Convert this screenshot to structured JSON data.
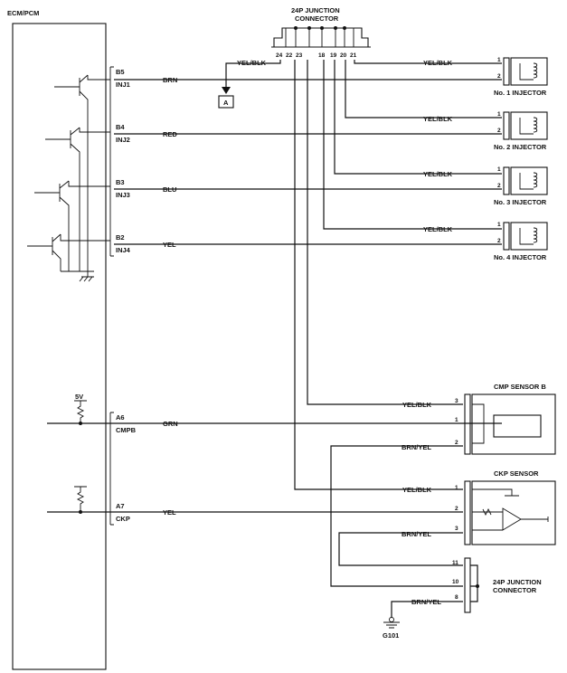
{
  "ecm": {
    "title": "ECM/PCM"
  },
  "jc_top": {
    "title_line1": "24P JUNCTION",
    "title_line2": "CONNECTOR",
    "pins": [
      "24",
      "22",
      "23",
      "18",
      "19",
      "20",
      "21"
    ]
  },
  "injectors": [
    {
      "pin": "B5",
      "signal": "INJ1",
      "wire": "BRN",
      "feed_wire": "YEL/BLK",
      "label": "No. 1 INJECTOR",
      "terminals": [
        "1",
        "2"
      ]
    },
    {
      "pin": "B4",
      "signal": "INJ2",
      "wire": "RED",
      "feed_wire": "YEL/BLK",
      "label": "No. 2 INJECTOR",
      "terminals": [
        "1",
        "2"
      ]
    },
    {
      "pin": "B3",
      "signal": "INJ3",
      "wire": "BLU",
      "feed_wire": "YEL/BLK",
      "label": "No. 3 INJECTOR",
      "terminals": [
        "1",
        "2"
      ]
    },
    {
      "pin": "B2",
      "signal": "INJ4",
      "wire": "YEL",
      "feed_wire": "YEL/BLK",
      "label": "No. 4 INJECTOR",
      "terminals": [
        "1",
        "2"
      ]
    }
  ],
  "ref_a": {
    "wire": "YEL/BLK",
    "label": "A"
  },
  "cmp": {
    "title": "CMP SENSOR B",
    "supply": "5V",
    "pin": "A6",
    "signal": "CMPB",
    "wire": "GRN",
    "feed_wire": "YEL/BLK",
    "gnd_wire": "BRN/YEL",
    "terminals": [
      "3",
      "1",
      "2"
    ]
  },
  "ckp": {
    "title": "CKP SENSOR",
    "pin": "A7",
    "signal": "CKP",
    "wire": "YEL",
    "feed_wire": "YEL/BLK",
    "gnd_wire": "BRN/YEL",
    "terminals": [
      "1",
      "2",
      "3"
    ]
  },
  "jc_bottom": {
    "title_line1": "24P JUNCTION",
    "title_line2": "CONNECTOR",
    "pins": [
      "11",
      "10",
      "8"
    ],
    "wire": "BRN/YEL"
  },
  "ground": {
    "label": "G101"
  }
}
